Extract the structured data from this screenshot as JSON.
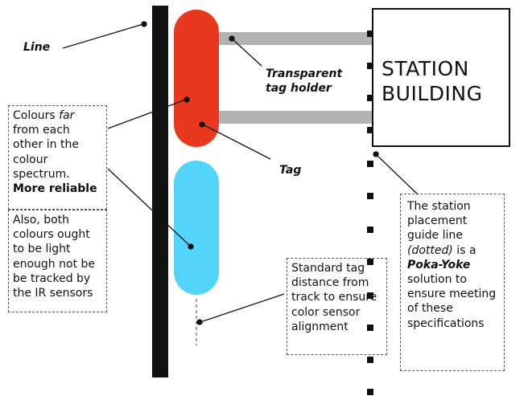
{
  "labels": {
    "line": "Line",
    "tag_holder": "Transparent\ntag holder",
    "tag": "Tag",
    "station": "STATION\nBUILDING"
  },
  "notes": {
    "colours_far": {
      "prefix": "Colours ",
      "emphasis": "far",
      "suffix": " from each other in the colour spectrum.",
      "strong": "More reliable"
    },
    "light_colours": "Also, both colours ought to be light enough not be be tracked by the IR sensors",
    "tag_distance": "Standard tag distance from track to ensure color sensor alignment",
    "guide_line": {
      "prefix": "The station placement guide line ",
      "emphasis": "(dotted)",
      "mid": " is a ",
      "strong": "Poka-Yoke",
      "suffix": " solution to ensure meeting of these specifications"
    }
  },
  "colors": {
    "track": "#111111",
    "tag_red": "#e8391e",
    "tag_blue": "#52d4fb",
    "holder": "#b3b3b3"
  }
}
